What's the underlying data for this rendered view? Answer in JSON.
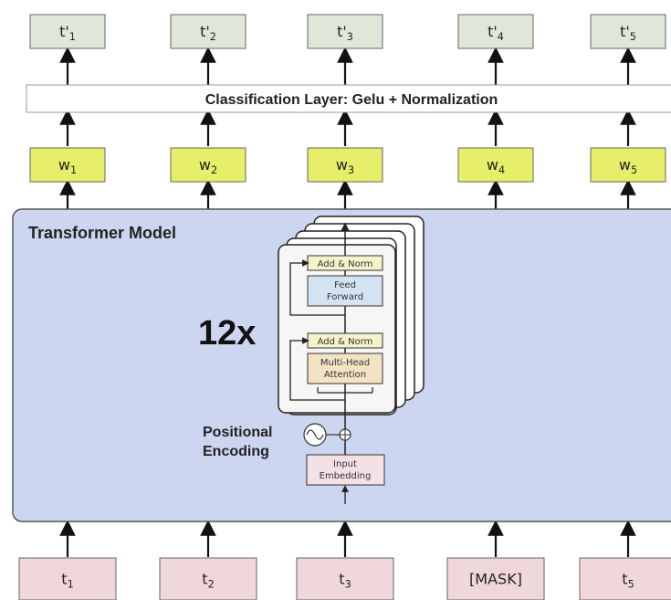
{
  "outputs": [
    "t'",
    "t'",
    "t'",
    "t'",
    "t'"
  ],
  "output_subs": [
    "1",
    "2",
    "3",
    "4",
    "5"
  ],
  "classification_label": "Classification Layer: Gelu + Normalization",
  "words": [
    "w",
    "w",
    "w",
    "w",
    "w"
  ],
  "word_subs": [
    "1",
    "2",
    "3",
    "4",
    "5"
  ],
  "transformer": {
    "title": "Transformer Model",
    "repeat": "12x",
    "add_norm_top": "Add & Norm",
    "feed_forward": [
      "Feed",
      "Forward"
    ],
    "add_norm_bottom": "Add & Norm",
    "attention": [
      "Multi-Head",
      "Attention"
    ],
    "positional": [
      "Positional",
      "Encoding"
    ],
    "embedding": [
      "Input",
      "Embedding"
    ]
  },
  "inputs": [
    "t",
    "t",
    "t",
    "[MASK]",
    "t"
  ],
  "input_subs": [
    "1",
    "2",
    "3",
    "",
    "5"
  ],
  "colors": {
    "output_box": "#dfe7d9",
    "word_box": "#e6ee6a",
    "transformer_bg": "#ccd6f1",
    "input_box": "#f0d7dc",
    "feed_forward": "#d4e3f2",
    "attention": "#f3e2c4",
    "add_norm": "#f5f3cc",
    "embedding": "#f2e2e6"
  }
}
